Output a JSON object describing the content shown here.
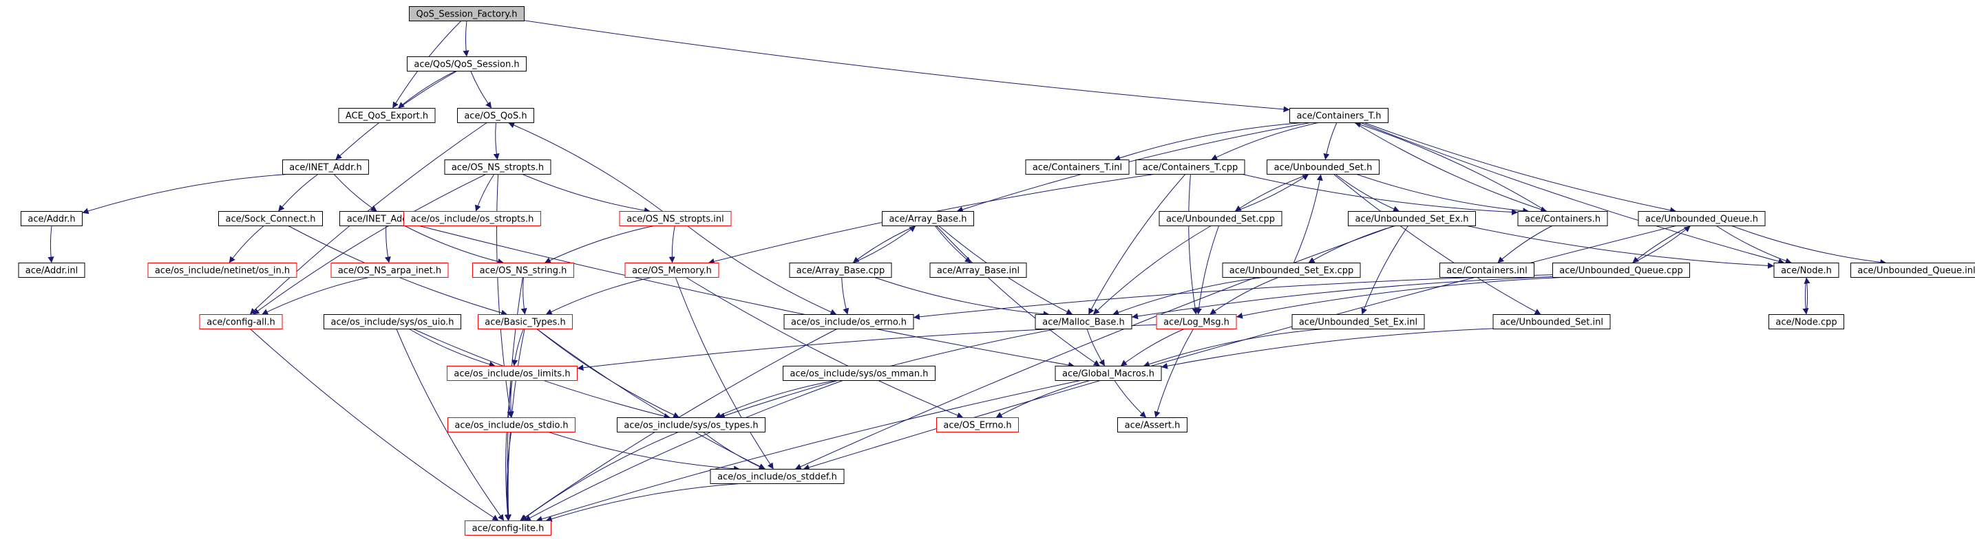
{
  "diagram": {
    "colors": {
      "edge": "#191970",
      "node_border_default": "#000000",
      "node_border_truncated": "#ff0000",
      "node_fill_default": "#ffffff",
      "node_fill_root": "#bfbfbf",
      "text": "#000000"
    },
    "nodes": [
      {
        "id": "n0",
        "label": "QoS_Session_Factory.h",
        "style": "root"
      },
      {
        "id": "n1",
        "label": "ace/QoS/QoS_Session.h",
        "style": "normal"
      },
      {
        "id": "n2",
        "label": "ACE_QoS_Export.h",
        "style": "normal"
      },
      {
        "id": "n3",
        "label": "ace/OS_QoS.h",
        "style": "normal"
      },
      {
        "id": "n4",
        "label": "ace/Containers_T.h",
        "style": "normal"
      },
      {
        "id": "n5",
        "label": "ace/INET_Addr.h",
        "style": "normal"
      },
      {
        "id": "n6",
        "label": "ace/OS_NS_stropts.h",
        "style": "normal"
      },
      {
        "id": "n7",
        "label": "ace/Containers_T.inl",
        "style": "normal"
      },
      {
        "id": "n8",
        "label": "ace/Containers_T.cpp",
        "style": "normal"
      },
      {
        "id": "n9",
        "label": "ace/Unbounded_Set.h",
        "style": "normal"
      },
      {
        "id": "n10",
        "label": "ace/Addr.h",
        "style": "normal"
      },
      {
        "id": "n11",
        "label": "ace/Sock_Connect.h",
        "style": "normal"
      },
      {
        "id": "n12",
        "label": "ace/INET_Addr.inl",
        "style": "normal"
      },
      {
        "id": "n13",
        "label": "ace/os_include/os_stropts.h",
        "style": "truncated"
      },
      {
        "id": "n14",
        "label": "ace/OS_NS_stropts.inl",
        "style": "truncated"
      },
      {
        "id": "n15",
        "label": "ace/Array_Base.h",
        "style": "normal"
      },
      {
        "id": "n16",
        "label": "ace/Unbounded_Set.cpp",
        "style": "normal"
      },
      {
        "id": "n17",
        "label": "ace/Unbounded_Set_Ex.h",
        "style": "normal"
      },
      {
        "id": "n18",
        "label": "ace/Containers.h",
        "style": "normal"
      },
      {
        "id": "n19",
        "label": "ace/Unbounded_Queue.h",
        "style": "normal"
      },
      {
        "id": "n20",
        "label": "ace/Addr.inl",
        "style": "normal"
      },
      {
        "id": "n21",
        "label": "ace/os_include/netinet/os_in.h",
        "style": "truncated"
      },
      {
        "id": "n22",
        "label": "ace/OS_NS_arpa_inet.h",
        "style": "truncated"
      },
      {
        "id": "n23",
        "label": "ace/OS_NS_string.h",
        "style": "truncated"
      },
      {
        "id": "n24",
        "label": "ace/OS_Memory.h",
        "style": "truncated"
      },
      {
        "id": "n25",
        "label": "ace/Array_Base.cpp",
        "style": "normal"
      },
      {
        "id": "n26",
        "label": "ace/Array_Base.inl",
        "style": "normal"
      },
      {
        "id": "n27",
        "label": "ace/Unbounded_Set_Ex.cpp",
        "style": "normal"
      },
      {
        "id": "n28",
        "label": "ace/Containers.inl",
        "style": "normal"
      },
      {
        "id": "n29",
        "label": "ace/Unbounded_Queue.cpp",
        "style": "normal"
      },
      {
        "id": "n30",
        "label": "ace/Node.h",
        "style": "normal"
      },
      {
        "id": "n31",
        "label": "ace/Unbounded_Queue.inl",
        "style": "normal"
      },
      {
        "id": "n32",
        "label": "ace/config-all.h",
        "style": "truncated"
      },
      {
        "id": "n33",
        "label": "ace/os_include/sys/os_uio.h",
        "style": "normal"
      },
      {
        "id": "n34",
        "label": "ace/Basic_Types.h",
        "style": "truncated"
      },
      {
        "id": "n35",
        "label": "ace/os_include/os_errno.h",
        "style": "normal"
      },
      {
        "id": "n36",
        "label": "ace/Malloc_Base.h",
        "style": "normal"
      },
      {
        "id": "n37",
        "label": "ace/Log_Msg.h",
        "style": "truncated"
      },
      {
        "id": "n38",
        "label": "ace/Unbounded_Set_Ex.inl",
        "style": "normal"
      },
      {
        "id": "n39",
        "label": "ace/Unbounded_Set.inl",
        "style": "normal"
      },
      {
        "id": "n40",
        "label": "ace/Node.cpp",
        "style": "normal"
      },
      {
        "id": "n41",
        "label": "ace/os_include/os_limits.h",
        "style": "truncated"
      },
      {
        "id": "n42",
        "label": "ace/os_include/sys/os_mman.h",
        "style": "normal"
      },
      {
        "id": "n43",
        "label": "ace/Global_Macros.h",
        "style": "normal"
      },
      {
        "id": "n44",
        "label": "ace/os_include/os_stdio.h",
        "style": "truncated"
      },
      {
        "id": "n45",
        "label": "ace/os_include/sys/os_types.h",
        "style": "normal"
      },
      {
        "id": "n46",
        "label": "ace/OS_Errno.h",
        "style": "truncated"
      },
      {
        "id": "n47",
        "label": "ace/Assert.h",
        "style": "normal"
      },
      {
        "id": "n48",
        "label": "ace/os_include/os_stddef.h",
        "style": "normal"
      },
      {
        "id": "n49",
        "label": "ace/config-lite.h",
        "style": "truncated"
      }
    ],
    "edges": [
      [
        "n0",
        "n1"
      ],
      [
        "n0",
        "n2"
      ],
      [
        "n0",
        "n4"
      ],
      [
        "n1",
        "n2"
      ],
      [
        "n1",
        "n3"
      ],
      [
        "n1",
        "n5"
      ],
      [
        "n3",
        "n6"
      ],
      [
        "n3",
        "n32"
      ],
      [
        "n4",
        "n7"
      ],
      [
        "n4",
        "n8"
      ],
      [
        "n4",
        "n9"
      ],
      [
        "n4",
        "n15"
      ],
      [
        "n4",
        "n18"
      ],
      [
        "n4",
        "n19"
      ],
      [
        "n4",
        "n30"
      ],
      [
        "n5",
        "n10"
      ],
      [
        "n5",
        "n11"
      ],
      [
        "n5",
        "n12"
      ],
      [
        "n6",
        "n13"
      ],
      [
        "n6",
        "n14"
      ],
      [
        "n6",
        "n32"
      ],
      [
        "n6",
        "n44"
      ],
      [
        "n8",
        "n18"
      ],
      [
        "n8",
        "n24"
      ],
      [
        "n8",
        "n36"
      ],
      [
        "n8",
        "n37"
      ],
      [
        "n9",
        "n16"
      ],
      [
        "n9",
        "n17"
      ],
      [
        "n9",
        "n18"
      ],
      [
        "n9",
        "n39"
      ],
      [
        "n10",
        "n20"
      ],
      [
        "n11",
        "n21"
      ],
      [
        "n11",
        "n34"
      ],
      [
        "n12",
        "n22"
      ],
      [
        "n12",
        "n23"
      ],
      [
        "n12",
        "n43"
      ],
      [
        "n14",
        "n3"
      ],
      [
        "n14",
        "n23"
      ],
      [
        "n14",
        "n24"
      ],
      [
        "n14",
        "n35"
      ],
      [
        "n15",
        "n25"
      ],
      [
        "n15",
        "n26"
      ],
      [
        "n15",
        "n36"
      ],
      [
        "n15",
        "n43"
      ],
      [
        "n16",
        "n9"
      ],
      [
        "n16",
        "n36"
      ],
      [
        "n16",
        "n37"
      ],
      [
        "n17",
        "n27"
      ],
      [
        "n17",
        "n30"
      ],
      [
        "n17",
        "n38"
      ],
      [
        "n17",
        "n48"
      ],
      [
        "n18",
        "n4"
      ],
      [
        "n18",
        "n28"
      ],
      [
        "n19",
        "n29"
      ],
      [
        "n19",
        "n30"
      ],
      [
        "n19",
        "n31"
      ],
      [
        "n19",
        "n48"
      ],
      [
        "n22",
        "n32"
      ],
      [
        "n23",
        "n34"
      ],
      [
        "n23",
        "n49"
      ],
      [
        "n24",
        "n34"
      ],
      [
        "n24",
        "n46"
      ],
      [
        "n24",
        "n48"
      ],
      [
        "n25",
        "n15"
      ],
      [
        "n25",
        "n35"
      ],
      [
        "n25",
        "n36"
      ],
      [
        "n27",
        "n9"
      ],
      [
        "n27",
        "n36"
      ],
      [
        "n27",
        "n37"
      ],
      [
        "n29",
        "n19"
      ],
      [
        "n29",
        "n35"
      ],
      [
        "n29",
        "n36"
      ],
      [
        "n29",
        "n37"
      ],
      [
        "n30",
        "n40"
      ],
      [
        "n32",
        "n49"
      ],
      [
        "n33",
        "n41"
      ],
      [
        "n33",
        "n45"
      ],
      [
        "n33",
        "n49"
      ],
      [
        "n34",
        "n41"
      ],
      [
        "n34",
        "n45"
      ],
      [
        "n34",
        "n48"
      ],
      [
        "n34",
        "n49"
      ],
      [
        "n35",
        "n49"
      ],
      [
        "n36",
        "n43"
      ],
      [
        "n36",
        "n45"
      ],
      [
        "n37",
        "n41"
      ],
      [
        "n37",
        "n43"
      ],
      [
        "n37",
        "n47"
      ],
      [
        "n38",
        "n43"
      ],
      [
        "n39",
        "n43"
      ],
      [
        "n40",
        "n30"
      ],
      [
        "n41",
        "n44"
      ],
      [
        "n41",
        "n49"
      ],
      [
        "n42",
        "n45"
      ],
      [
        "n42",
        "n49"
      ],
      [
        "n43",
        "n46"
      ],
      [
        "n43",
        "n47"
      ],
      [
        "n43",
        "n49"
      ],
      [
        "n44",
        "n48"
      ],
      [
        "n44",
        "n49"
      ],
      [
        "n45",
        "n48"
      ],
      [
        "n45",
        "n49"
      ],
      [
        "n48",
        "n49"
      ]
    ]
  }
}
